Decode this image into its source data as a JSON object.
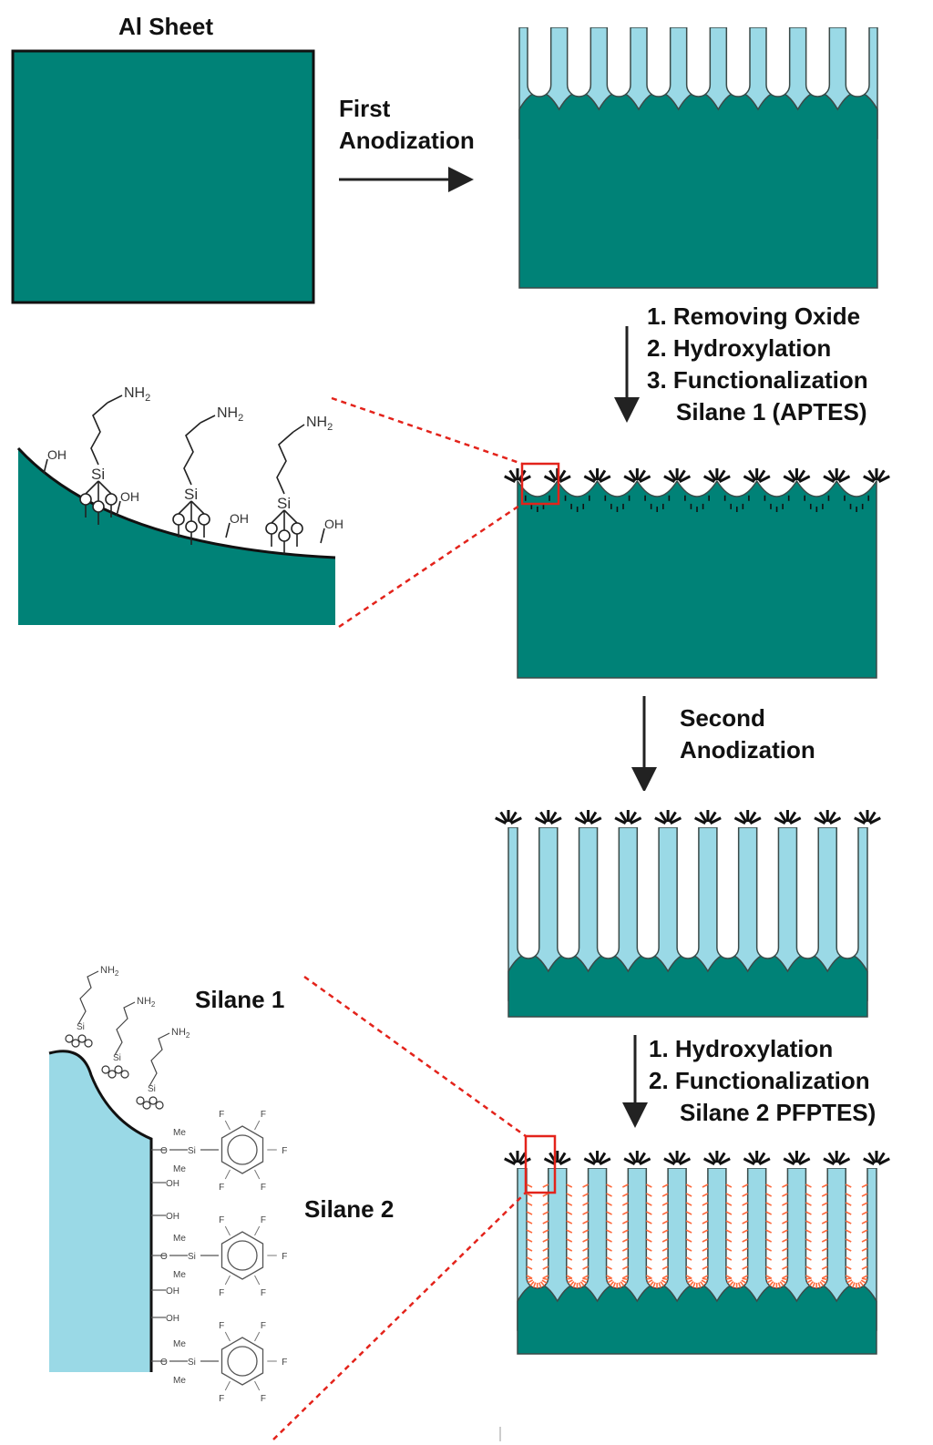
{
  "colors": {
    "aluminum": "#008277",
    "oxide": "#9ad9e6",
    "outline": "#3a4a48",
    "highlight": "#e3231b",
    "text": "#111111",
    "silane2_coating": "#ff6a3d"
  },
  "labels": {
    "al_sheet": "Al Sheet",
    "first_anodization_1": "First",
    "first_anodization_2": "Anodization",
    "step1_a": "1. Removing Oxide",
    "step1_b": "2. Hydroxylation",
    "step1_c": "3. Functionalization",
    "step1_d": "Silane 1 (APTES)",
    "second_anodization_1": "Second",
    "second_anodization_2": "Anodization",
    "step2_a": "1. Hydroxylation",
    "step2_b": "2. Functionalization",
    "step2_c": "Silane 2 PFPTES)",
    "silane1": "Silane 1",
    "silane2": "Silane 2"
  },
  "chemistry": {
    "amine": "NH2",
    "amine_base": "NH",
    "amine_sub": "2",
    "silicon": "Si",
    "hydroxyl": "OH",
    "methyl": "Me",
    "fluorine": "F"
  }
}
